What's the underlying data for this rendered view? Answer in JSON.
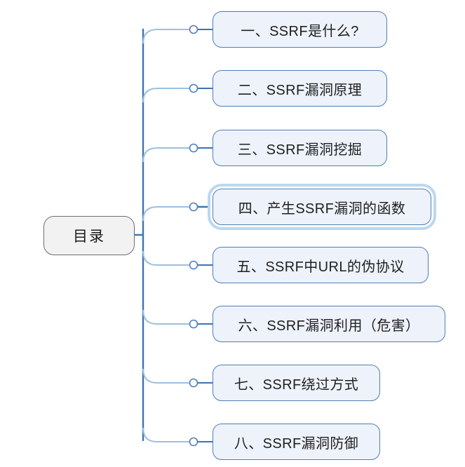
{
  "diagram": {
    "type": "mindmap",
    "title": "SSRF 目录思维导图",
    "orientation": "left-to-right",
    "colors": {
      "canvas_background": "#ffffff",
      "root_fill": "#f2f2f2",
      "root_border": "#6e6e6e",
      "root_text": "#1a1a1a",
      "node_fill": "#eef2fa",
      "node_border": "#4e7fb8",
      "node_text": "#1f1f1f",
      "branch_line": "#9cbfe0",
      "trunk_line": "#3b74b4",
      "connector_dot_fill": "#ffffff",
      "connector_dot_stroke": "#4e7fb8",
      "selection_ring": "#bcd8f0"
    },
    "root": {
      "label": "目录"
    },
    "nodes": [
      {
        "index": 1,
        "label": "一、SSRF是什么?",
        "selected": false
      },
      {
        "index": 2,
        "label": "二、SSRF漏洞原理",
        "selected": false
      },
      {
        "index": 3,
        "label": "三、SSRF漏洞挖掘",
        "selected": false
      },
      {
        "index": 4,
        "label": "四、产生SSRF漏洞的函数",
        "selected": true
      },
      {
        "index": 5,
        "label": "五、SSRF中URL的伪协议",
        "selected": false
      },
      {
        "index": 6,
        "label": "六、SSRF漏洞利用（危害）",
        "selected": false
      },
      {
        "index": 7,
        "label": "七、SSRF绕过方式",
        "selected": false
      },
      {
        "index": 8,
        "label": "八、SSRF漏洞防御",
        "selected": false
      }
    ]
  }
}
